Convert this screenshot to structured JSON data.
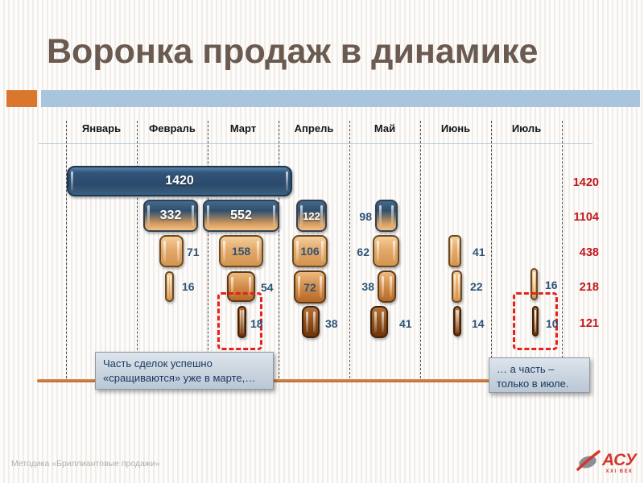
{
  "slide": {
    "title": "Воронка продаж в динамике",
    "footer_note": "Методика «Бриллиантовые продажи»",
    "logo": {
      "name": "АСУ",
      "subtext": "XXI ВЕК"
    }
  },
  "chart_data": {
    "type": "funnel",
    "title": "Воронка продаж в динамике",
    "months": [
      "Январь",
      "Февраль",
      "Март",
      "Апрель",
      "Май",
      "Июнь",
      "Июль"
    ],
    "top_bar": {
      "value": 1420,
      "months_span": "Январь–Март"
    },
    "columns": [
      {
        "month": "Январь",
        "values": []
      },
      {
        "month": "Февраль",
        "values": [
          332,
          71,
          16
        ]
      },
      {
        "month": "Март",
        "values": [
          552,
          158,
          54,
          18
        ]
      },
      {
        "month": "Апрель",
        "values": [
          122,
          106,
          72,
          38
        ]
      },
      {
        "month": "Май",
        "values": [
          98,
          62,
          38,
          41
        ]
      },
      {
        "month": "Июнь",
        "values": [
          41,
          22,
          14
        ]
      },
      {
        "month": "Июль",
        "values": [
          16,
          10
        ]
      }
    ],
    "stage_totals": [
      1420,
      1104,
      438,
      218,
      121
    ],
    "annotations": {
      "highlight_months": [
        "Март",
        "Июль"
      ],
      "callout_left": "Часть сделок успешно «сращиваются» уже в марте,…",
      "callout_right": "… а часть – только в июле."
    },
    "layout_hints": {
      "grid": "dashed vertical month separators",
      "totals_position": "right"
    },
    "colors": {
      "stage1_blue": "#35587a",
      "stage2_gradient_top": "#2f4f6e",
      "stage2_gradient_bottom": "#eab97e",
      "tan": "#e2a868",
      "brown": "#c1752f",
      "dark_brown": "#7a3a0c",
      "value_label": "#2e5377",
      "totals_red": "#c0181c",
      "highlight_red": "#e4211a",
      "accent_orange": "#d9782d",
      "accent_blue": "#a9c4dd"
    }
  }
}
